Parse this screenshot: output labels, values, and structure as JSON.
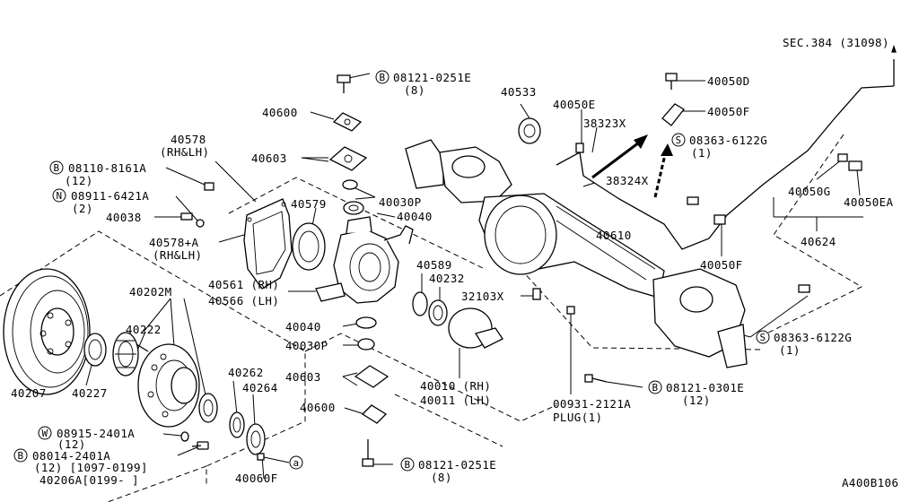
{
  "drawing_id": "A400B106",
  "section_ref": "SEC.384 (31098)",
  "parts": {
    "p40600_top": "40600",
    "p08121_0251E_top": "08121-0251E",
    "p08121_0251E_top_qty": "(8)",
    "p40578": "40578",
    "p40578_side": "(RH&LH)",
    "p40603_top": "40603",
    "p08110_8161A": "08110-8161A",
    "p08110_8161A_qty": "(12)",
    "p08911_6421A": "08911-6421A",
    "p08911_6421A_qty": "(2)",
    "p40038": "40038",
    "p40578A": "40578+A",
    "p40578A_side": "(RH&LH)",
    "p40579": "40579",
    "p40030P_top": "40030P",
    "p40040_top": "40040",
    "p40533": "40533",
    "p40050E": "40050E",
    "p38323X": "38323X",
    "p38324X": "38324X",
    "p40050D": "40050D",
    "p40050F_top": "40050F",
    "p08363_6122G_top": "08363-6122G",
    "p08363_6122G_top_qty": "(1)",
    "p40050G": "40050G",
    "p40050EA": "40050EA",
    "p40624": "40624",
    "p40050F_bottom": "40050F",
    "p40610": "40610",
    "p40561": "40561 (RH)",
    "p40566": "40566 (LH)",
    "p40589": "40589",
    "p40232": "40232",
    "p32103X": "32103X",
    "p40202M": "40202M",
    "p40222": "40222",
    "p40040_mid": "40040",
    "p40030P_mid": "40030P",
    "p40603_mid": "40603",
    "p40010": "40010 (RH)",
    "p40011": "40011 (LH)",
    "p00931_2121A": "00931-2121A",
    "p00931_plug": "PLUG(1)",
    "p08121_0301E": "08121-0301E",
    "p08121_0301E_qty": "(12)",
    "p08363_6122G_bot": "08363-6122G",
    "p08363_6122G_bot_qty": "(1)",
    "p40207": "40207",
    "p40227": "40227",
    "p40262": "40262",
    "p40264": "40264",
    "p40600_bot": "40600",
    "p08915_2401A": "08915-2401A",
    "p08915_2401A_qty": "(12)",
    "p08014_2401A": "08014-2401A",
    "p08014_2401A_qty": "(12) [1097-0199]",
    "p40206A": "40206A[0199-     ]",
    "p40060F": "40060F",
    "p08121_0251E_bot": "08121-0251E",
    "p08121_0251E_bot_qty": "(8)"
  },
  "badges": {
    "bolt": "B",
    "nut": "N",
    "screw": "S",
    "washer": "W",
    "ref_a": "a"
  }
}
